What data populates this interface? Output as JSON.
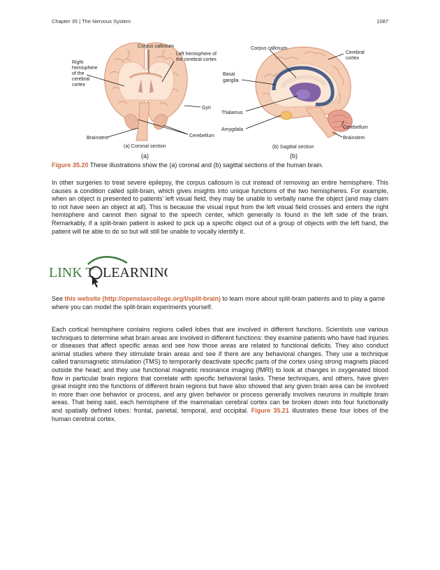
{
  "header": {
    "chapter": "Chapter 35 | The Nervous System",
    "page_number": "1087"
  },
  "figure": {
    "coronal": {
      "labels": {
        "corpus_callosum": "Corpus callosum",
        "left_hemisphere_1": "Left hemisphere of",
        "left_hemisphere_2": "the cerebral cortex",
        "right_hemisphere_1": "Right",
        "right_hemisphere_2": "hemisphere",
        "right_hemisphere_3": "of the",
        "right_hemisphere_4": "cerebral",
        "right_hemisphere_5": "cortex",
        "gyri": "Gyri",
        "brainstem": "Brainstem",
        "cerebellum": "Cerebellum"
      },
      "section_title": "(a) Coronal section",
      "letter": "(a)"
    },
    "sagittal": {
      "labels": {
        "corpus_callosum": "Corpus callosum",
        "cerebral_cortex_1": "Cerebral",
        "cerebral_cortex_2": "cortex",
        "basal_ganglia_1": "Basal",
        "basal_ganglia_2": "ganglia",
        "thalamus": "Thalamus",
        "amygdala": "Amygdala",
        "cerebellum": "Cerebellum",
        "brainstem": "Brainstem"
      },
      "section_title": "(b) Sagittal section",
      "letter": "(b)"
    },
    "caption": {
      "ref": "Figure 35.20",
      "text": " These illustrations show the (a) coronal and (b) sagittal sections of the human brain."
    }
  },
  "body": {
    "para1": "In other surgeries to treat severe epilepsy, the corpus callosum is cut instead of removing an entire hemisphere. This causes a condition called split-brain, which gives insights into unique functions of the two hemispheres. For example, when an object is presented to patients’ left visual field, they may be unable to verbally name the object (and may claim to not have seen an object at all). This is because the visual input from the left visual field crosses and enters the right hemisphere and cannot then signal to the speech center, which generally is found in the left side of the brain. Remarkably, if a split-brain patient is asked to pick up a specific object out of a group of objects with the left hand, the patient will be able to do so but will still be unable to vocally identify it.",
    "link_to_learning": {
      "link_word": "LINK T",
      "learning_word": "LEARNING"
    },
    "see": {
      "prefix": "See ",
      "link_text": "this website (http://openstaxcollege.org/l/split-brain)",
      "suffix": " to learn more about split-brain patients and to play a game where you can model the split-brain experiments yourself."
    },
    "para3": {
      "text": "Each cortical hemisphere contains regions called lobes that are involved in different functions. Scientists use various techniques to determine what brain areas are involved in different functions: they examine patients who have had injuries or diseases that affect specific areas and see how those areas are related to functional deficits. They also conduct animal studies where they stimulate brain areas and see if there are any behavioral changes. They use a technique called transmagnetic stimulation (TMS) to temporarily deactivate specific parts of the cortex using strong magnets placed outside the head; and they use functional magnetic resonance imaging (fMRI) to look at changes in oxygenated blood flow in particular brain regions that correlate with specific behavioral tasks. These techniques, and others, have given great insight into the functions of different brain regions but have also showed that any given brain area can be involved in more than one behavior or process, and any given behavior or process generally involves neurons in multiple brain areas. That being said, each hemisphere of the mammalian cerebral cortex can be broken down into four functionally and spatially defined lobes: frontal, parietal, temporal, and occipital. ",
      "ref": "Figure 35.21",
      "suffix": " illustrates these four lobes of the human cerebral cortex."
    }
  },
  "colors": {
    "accent": "#c8643b",
    "tissue": "#f4cdb4",
    "tissue_dark": "#e7a98c",
    "ventricle": "#6d4b9e",
    "basal": "#4d5f87",
    "link_green": "#3f7a3c"
  }
}
